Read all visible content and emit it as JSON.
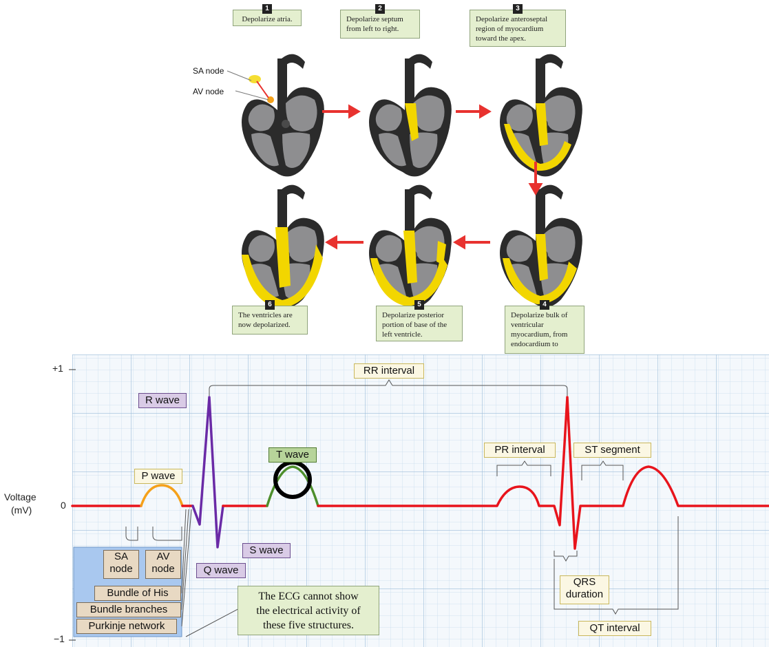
{
  "steps": [
    {
      "num": "1",
      "text": "Depolarize atria."
    },
    {
      "num": "2",
      "text": "Depolarize septum from left to right."
    },
    {
      "num": "3",
      "text": "Depolarize anteroseptal region of myocardium toward the apex."
    },
    {
      "num": "4",
      "text": "Depolarize bulk of ventricular myocardium, from endocardium to"
    },
    {
      "num": "5",
      "text": "Depolarize posterior portion of base of the left ventricle."
    },
    {
      "num": "6",
      "text": "The ventricles are now depolarized."
    }
  ],
  "heart_labels": {
    "sa": "SA node",
    "av": "AV node"
  },
  "ecg": {
    "y_top": "+1",
    "y_zero": "0",
    "y_bottom": "−1",
    "y_label_1": "Voltage",
    "y_label_2": "(mV)",
    "rr": "RR interval",
    "r": "R wave",
    "t": "T wave",
    "p": "P wave",
    "pr": "PR interval",
    "st": "ST segment",
    "s": "S wave",
    "q": "Q wave",
    "qrs_1": "QRS",
    "qrs_2": "duration",
    "qt": "QT interval",
    "sa_1": "SA",
    "sa_2": "node",
    "av_1": "AV",
    "av_2": "node",
    "his": "Bundle of His",
    "branches": "Bundle branches",
    "purkinje": "Purkinje network",
    "note_1": "The ECG cannot show",
    "note_2": "the electrical activity of",
    "note_3": "these five structures."
  },
  "colors": {
    "heart_dark": "#2b2b2b",
    "heart_gray": "#8e8e90",
    "depolarized": "#f2d600",
    "arrow": "#e8322f",
    "ecg_red": "#e8141c",
    "p_orange": "#f5a11a",
    "qrs_purple": "#6a2aa6",
    "t_green": "#4e8f2c",
    "grid": "#aac8e2"
  }
}
